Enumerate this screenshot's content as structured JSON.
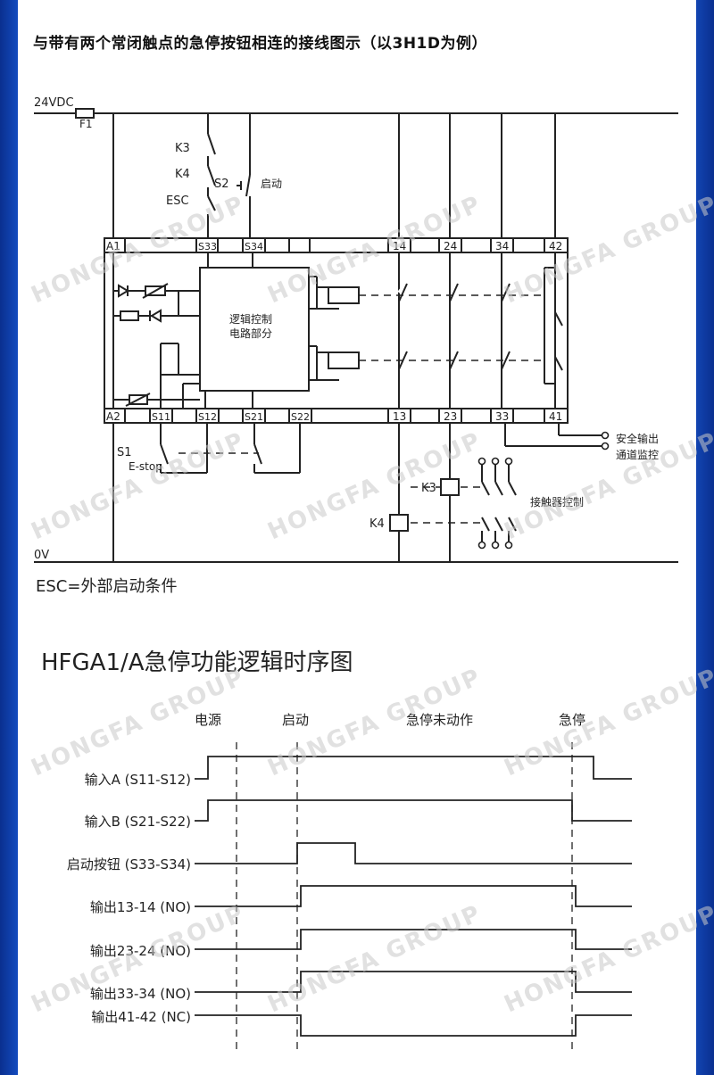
{
  "title": "与带有两个常闭触点的急停按钮相连的接线图示（以3H1D为例）",
  "wiring": {
    "supply_label": "24VDC",
    "fuse_label": "F1",
    "ground_label": "0V",
    "contacts_left": [
      "K3",
      "K4",
      "ESC"
    ],
    "start_switch_label": "S2",
    "start_label": "启动",
    "logic_block_lines": [
      "逻辑控制",
      "电路部分"
    ],
    "top_terminals": [
      "A1",
      "S33",
      "S34",
      "14",
      "24",
      "34",
      "42"
    ],
    "bottom_terminals": [
      "A2",
      "S11",
      "S12",
      "S21",
      "S22",
      "13",
      "23",
      "33",
      "41"
    ],
    "estop_labels": [
      "S1",
      "E-stop"
    ],
    "safety_output_lines": [
      "安全输出",
      "通道监控"
    ],
    "coil_labels": [
      "K3",
      "K4"
    ],
    "contactor_label": "接触器控制",
    "esc_note": "ESC=外部启动条件"
  },
  "timing": {
    "title": "HFGA1/A急停功能逻辑时序图",
    "phases": [
      "电源",
      "启动",
      "急停未动作",
      "急停"
    ],
    "signals": [
      {
        "label": "输入A (S11-S12)"
      },
      {
        "label": "输入B (S21-S22)"
      },
      {
        "label": "启动按钮 (S33-S34)"
      },
      {
        "label": "输出13-14 (NO)"
      },
      {
        "label": "输出23-24 (NO)"
      },
      {
        "label": "输出33-34 (NO)"
      },
      {
        "label": "输出41-42 (NC)"
      }
    ]
  },
  "watermark": "HONGFA GROUP"
}
